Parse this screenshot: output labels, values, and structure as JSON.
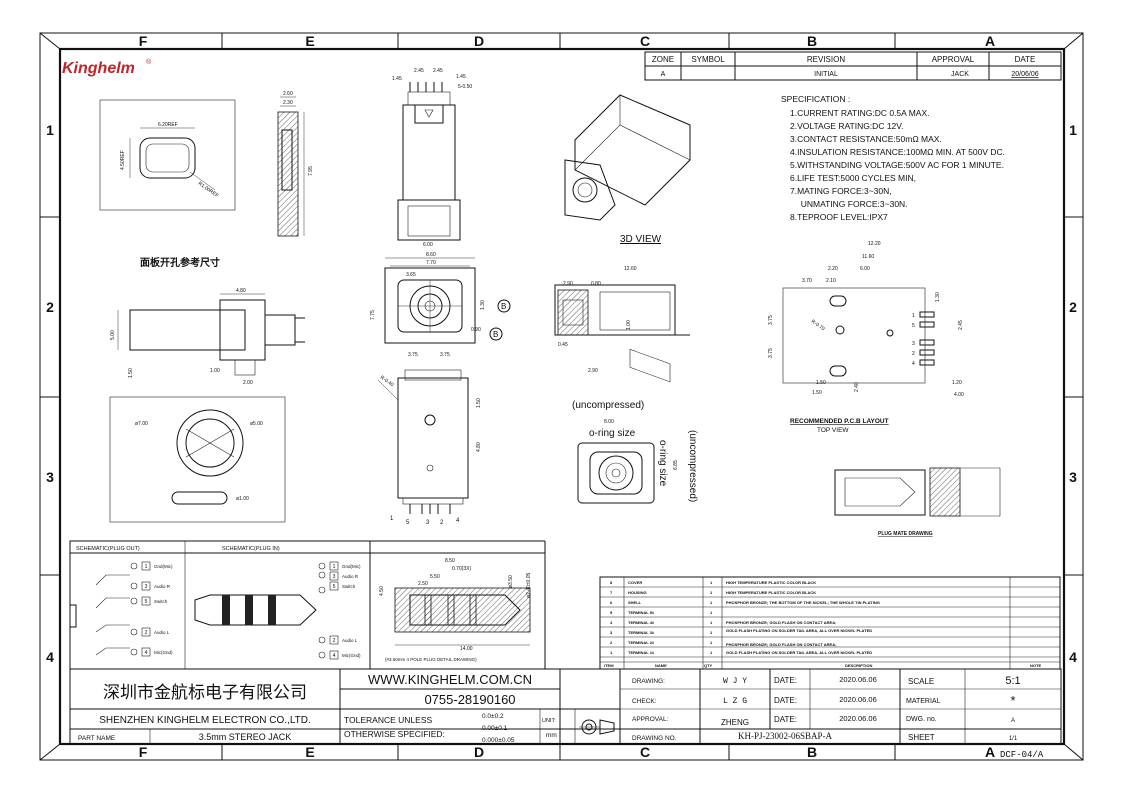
{
  "brand": {
    "logo_text": "Kinghelm",
    "logo_mark": "®",
    "color": "#c0252c"
  },
  "frame": {
    "columns": [
      "F",
      "E",
      "D",
      "C",
      "B",
      "A"
    ],
    "rows": [
      "1",
      "2",
      "3",
      "4"
    ]
  },
  "revision_table": {
    "headers": [
      "ZONE",
      "SYMBOL",
      "REVISION",
      "APPROVAL",
      "DATE"
    ],
    "row": [
      "A",
      "",
      "INITIAL",
      "JACK",
      "20/06/06"
    ]
  },
  "specification": {
    "title": "SPECIFICATION :",
    "lines": [
      "1.CURRENT RATING:DC 0.5A MAX.",
      "2.VOLTAGE RATING:DC 12V.",
      "3.CONTACT RESISTANCE:50mΩ MAX.",
      "4.INSULATION RESISTANCE:100MΩ MIN. AT 500V DC.",
      "5.WITHSTANDING VOLTAGE:500V AC FOR 1 MINUTE.",
      "6.LIFE TEST:5000 CYCLES MIN,",
      "7.MATING FORCE:3~30N,",
      "  UNMATING FORCE:3~30N.",
      "8.TEPROOF LEVEL:IPX7"
    ]
  },
  "views": {
    "view_3d": "3D VIEW",
    "panel_cutout": "面板开孔参考尺寸",
    "uncompressed": "(uncompressed)",
    "oring": "o-ring size",
    "uncompressed_v": "(uncompressed)",
    "oring_v": "o-ring size",
    "pcb_layout": "RECOMMENDED P.C.B LAYOUT",
    "top_view": "TOP VIEW",
    "plug_mate": "PLUG MATE DRAWING",
    "plug_detail": "(#3.50mm 4 POLE PLUG DETAIL DRAWING)"
  },
  "dimensions": {
    "top": [
      "1.45",
      "2.45",
      "2.45",
      "1.45",
      "5-0.50"
    ],
    "side": [
      "2.60",
      "2.30",
      "7.95"
    ],
    "front": [
      "6.00",
      "8.60",
      "7.70",
      "3.65",
      "7.75",
      "1.30",
      "0.90",
      "3.75",
      "3.75"
    ],
    "bottom_view": [
      "R-0.40",
      "4.80",
      "1.50"
    ],
    "side2": [
      "2.90",
      "0.80",
      "12.60",
      "1.00",
      "0.45",
      "2.90"
    ],
    "pcb": [
      "12.20",
      "11.60",
      "2.20",
      "6.00",
      "3.70",
      "2.10",
      "1.50",
      "3.75",
      "3.75",
      "1.20",
      "1.30",
      "2.45",
      "R-0.70",
      "1.50",
      "2.40",
      "4.00"
    ],
    "panel": [
      "6.20REF",
      "4.50REF",
      "R1.00REF",
      "4.80",
      "5.00",
      "1.50",
      "1.00",
      "2.00"
    ],
    "round": [
      "ø7.00",
      "ø5.00",
      "ø1.00"
    ],
    "oring_dims": [
      "8.00",
      "6.85"
    ],
    "plug": [
      "8.50",
      "0.70(3X)",
      "5.50",
      "2.50",
      "4.50",
      "ø3.50",
      "ø2.40±0.05",
      "14.00"
    ]
  },
  "callouts": [
    "B",
    "B"
  ],
  "pin_labels": [
    "1",
    "5",
    "3",
    "2",
    "4"
  ],
  "pcb_pins": [
    "1",
    "5",
    "3",
    "2",
    "4"
  ],
  "schematic": {
    "plug_out_title": "SCHEMATIC(PLUG OUT)",
    "plug_in_title": "SCHEMATIC(PLUG IN)",
    "pins": [
      {
        "num": "1",
        "name": "Gnd(Mic)"
      },
      {
        "num": "3",
        "name": "Audio R"
      },
      {
        "num": "5",
        "name": "Switch"
      },
      {
        "num": "2",
        "name": "Audio L"
      },
      {
        "num": "4",
        "name": "Mic(Gnd)"
      }
    ]
  },
  "bom": {
    "header": [
      "ITEM",
      "NAME",
      "QTY",
      "DESCRIPTION",
      "NOTE"
    ],
    "rows": [
      [
        "8",
        "COVER",
        "1",
        "HIGH TEMPERATURE PLASTIC COLOR BLACK"
      ],
      [
        "7",
        "HOUSING",
        "1",
        "HIGH TEMPERATURE PLASTIC COLOR BLACK"
      ],
      [
        "6",
        "SHELL",
        "1",
        "PHOSPHOR BRONZE; THE BOTTOM OF THE NICKEL; THE WHOLE TIN PLATING"
      ],
      [
        "5",
        "TERMINAL 5#",
        "1",
        ""
      ],
      [
        "4",
        "TERMINAL 4#",
        "1",
        "PHOSPHOR BRONZE; GOLD FLASH ON CONTACT AREA;"
      ],
      [
        "3",
        "TERMINAL 3#",
        "1",
        "GOLD FLASH PLATING ON SOLDER TAIL AREA, ALL OVER NICKEL PLATED"
      ],
      [
        "2",
        "TERMINAL 2#",
        "1",
        "PHOSPHOR BRONZE; GOLD FLASH ON CONTACT AREA;"
      ],
      [
        "1",
        "TERMINAL 1#",
        "1",
        "GOLD FLASH PLATING ON SOLDER TAIL AREA, ALL OVER NICKEL PLATED"
      ]
    ]
  },
  "title_block": {
    "company_cn": "深圳市金航标电子有限公司",
    "company_en": "SHENZHEN KINGHELM ELECTRON CO.,LTD.",
    "website": "WWW.KINGHELM.COM.CN",
    "phone": "0755-28190160",
    "tolerance_1": "TOLERANCE UNLESS",
    "tolerance_2": "OTHERWISE SPECIFIED:",
    "tol_values": [
      "0.0±0.2",
      "0.00±0.1",
      "0.000±0.05"
    ],
    "unit_label": "UNIT:",
    "unit_value": "mm",
    "part_name_label": "PART NAME",
    "part_name": "3.5mm STEREO JACK",
    "drawing_label": "DRAWING:",
    "drawing_value": "W J Y",
    "check_label": "CHECK:",
    "check_value": "L Z G",
    "approval_label": "APPROVAL:",
    "approval_value": "ZHENG",
    "drawing_no_label": "DRAWING NO.",
    "drawing_no": "KH-PJ-23002-06SBAP-A",
    "date_label": "DATE:",
    "dates": [
      "2020.06.06",
      "2020.06.06",
      "2020.06.06"
    ],
    "scale_label": "SCALE",
    "scale_value": "5:1",
    "material_label": "MATERIAL",
    "material_value": "*",
    "dwg_label": "DWG. no.",
    "dwg_value": "A",
    "sheet_label": "SHEET",
    "sheet_value": "1/1",
    "form_code": "DCF-04/A"
  }
}
